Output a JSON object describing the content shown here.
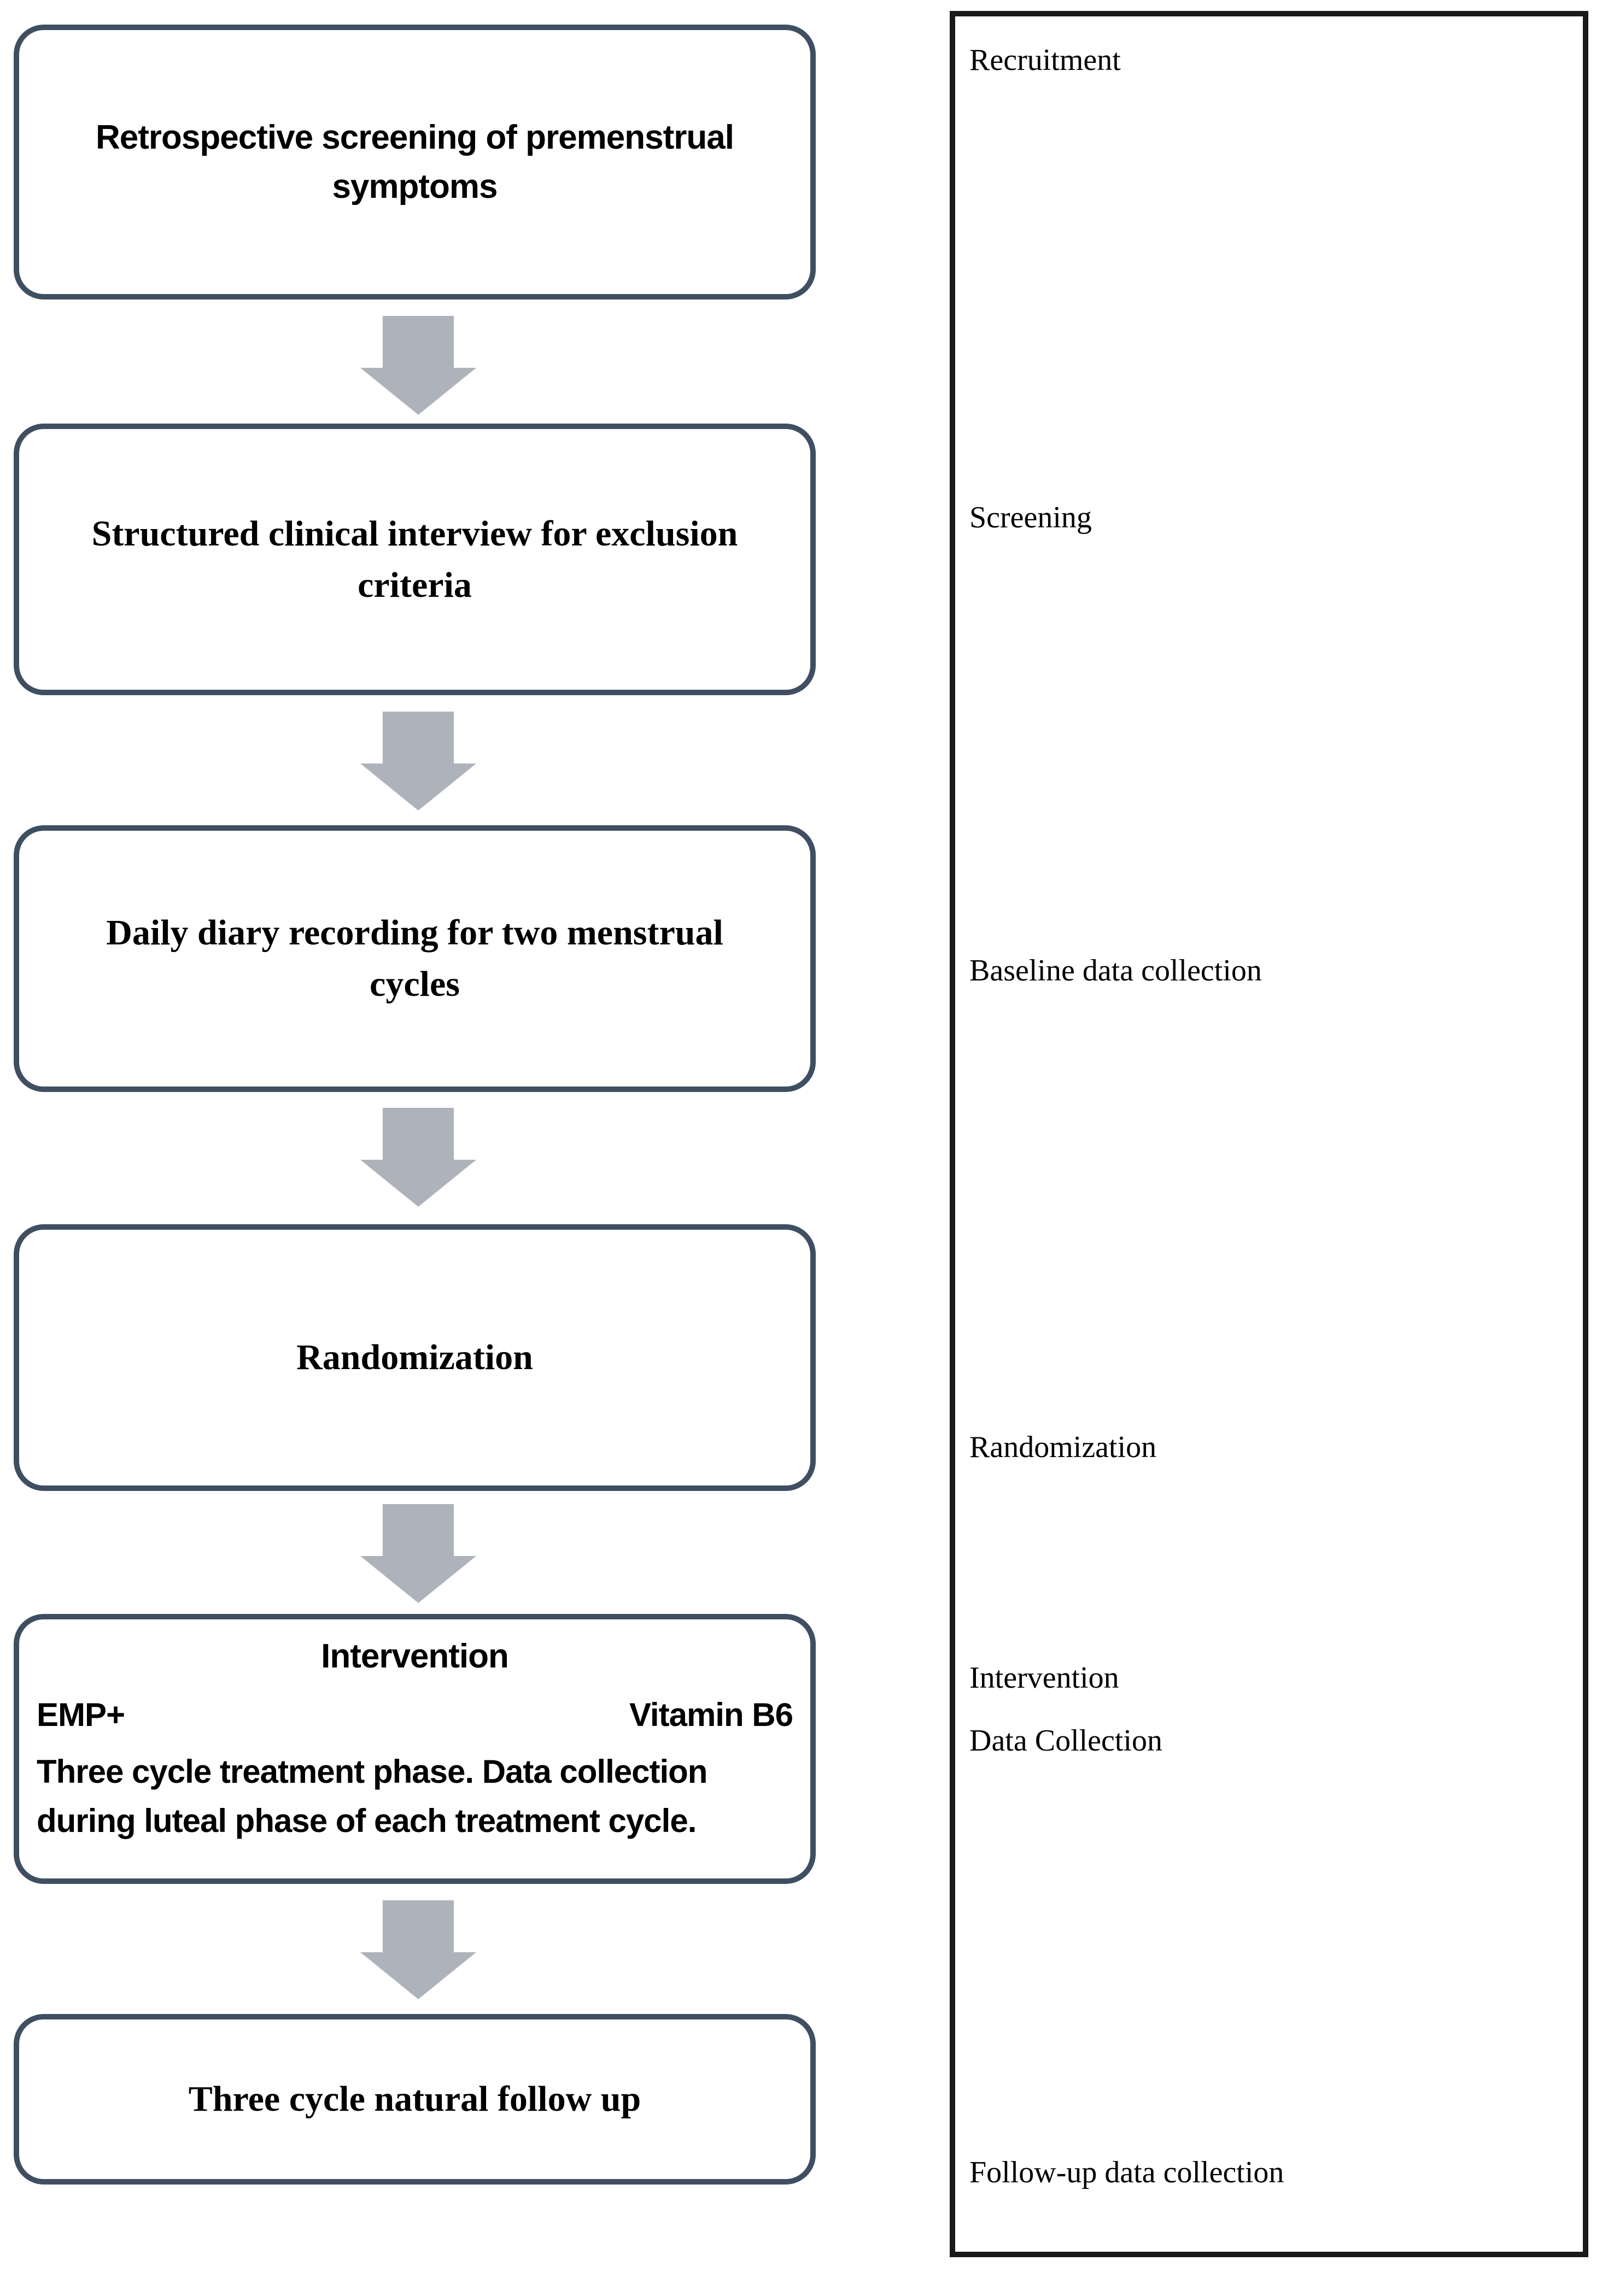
{
  "figure": {
    "type": "randomized-trial-flow-diagram"
  },
  "flowchart": {
    "boxes": [
      {
        "id": "retrospective-screening",
        "text": "Retrospective screening of premenstrual\nsymptoms"
      },
      {
        "id": "clinical-interview",
        "text": "Structured clinical interview for exclusion\ncriteria"
      },
      {
        "id": "daily-diary",
        "text": "Daily diary recording for two menstrual\ncycles"
      },
      {
        "id": "randomization",
        "text": "Randomization"
      },
      {
        "id": "intervention",
        "title": "Intervention",
        "arm_left": "EMP+",
        "arm_right": "Vitamin B6",
        "description": "Three cycle treatment phase. Data collection\nduring luteal phase of each treatment cycle."
      },
      {
        "id": "follow-up",
        "text": "Three cycle natural follow up"
      }
    ],
    "connector": "down-arrow",
    "connector_count": 5
  },
  "sidebar": {
    "labels": [
      "Recruitment",
      "Screening",
      "Baseline data collection",
      "Randomization",
      "Intervention",
      "Data Collection",
      "Follow-up data collection"
    ]
  },
  "colors": {
    "box_border": "#3f4e61",
    "arrow_fill": "#aeb3bb",
    "sidebar_border": "#1a1a1a",
    "text": "#000000",
    "background": "#ffffff"
  }
}
